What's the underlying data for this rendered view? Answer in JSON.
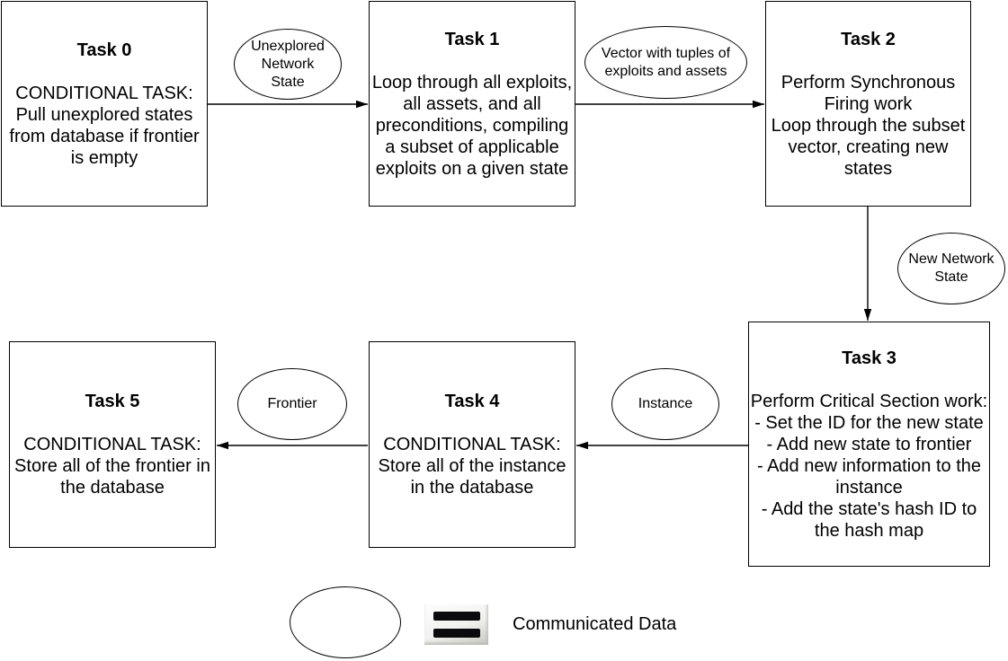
{
  "diagram": {
    "tasks": [
      {
        "id": "task-0",
        "title": "Task 0",
        "body": "CONDITIONAL TASK:\nPull unexplored states\nfrom database if frontier\nis empty"
      },
      {
        "id": "task-1",
        "title": "Task 1",
        "body": "Loop through all exploits,\nall assets, and all\npreconditions, compiling\na subset of applicable\nexploits on a given state"
      },
      {
        "id": "task-2",
        "title": "Task 2",
        "body": "Perform Synchronous\nFiring work\nLoop through the subset\nvector, creating new\nstates"
      },
      {
        "id": "task-3",
        "title": "Task 3",
        "body": "Perform Critical Section work:\n- Set the ID for the new state\n- Add new state to frontier\n- Add new information to the\ninstance\n- Add the state's hash ID to\nthe hash map"
      },
      {
        "id": "task-4",
        "title": "Task 4",
        "body": "CONDITIONAL TASK:\nStore all of the instance\nin the database"
      },
      {
        "id": "task-5",
        "title": "Task 5",
        "body": "CONDITIONAL TASK:\nStore all of the frontier in\nthe database"
      }
    ],
    "connectors": [
      {
        "from": "task-0",
        "to": "task-1",
        "label": "Unexplored Network State"
      },
      {
        "from": "task-1",
        "to": "task-2",
        "label": "Vector with tuples of exploits and assets"
      },
      {
        "from": "task-2",
        "to": "task-3",
        "label": "New Network State"
      },
      {
        "from": "task-3",
        "to": "task-4",
        "label": "Instance"
      },
      {
        "from": "task-4",
        "to": "task-5",
        "label": "Frontier"
      }
    ],
    "legend": {
      "label": "Communicated Data",
      "icons": [
        "data-ellipse-icon",
        "equals-bars-icon"
      ]
    },
    "colors": {
      "stroke": "#000000",
      "fill": "#ffffff",
      "text": "#000000",
      "equals_bar": "#0b0b0d"
    }
  }
}
